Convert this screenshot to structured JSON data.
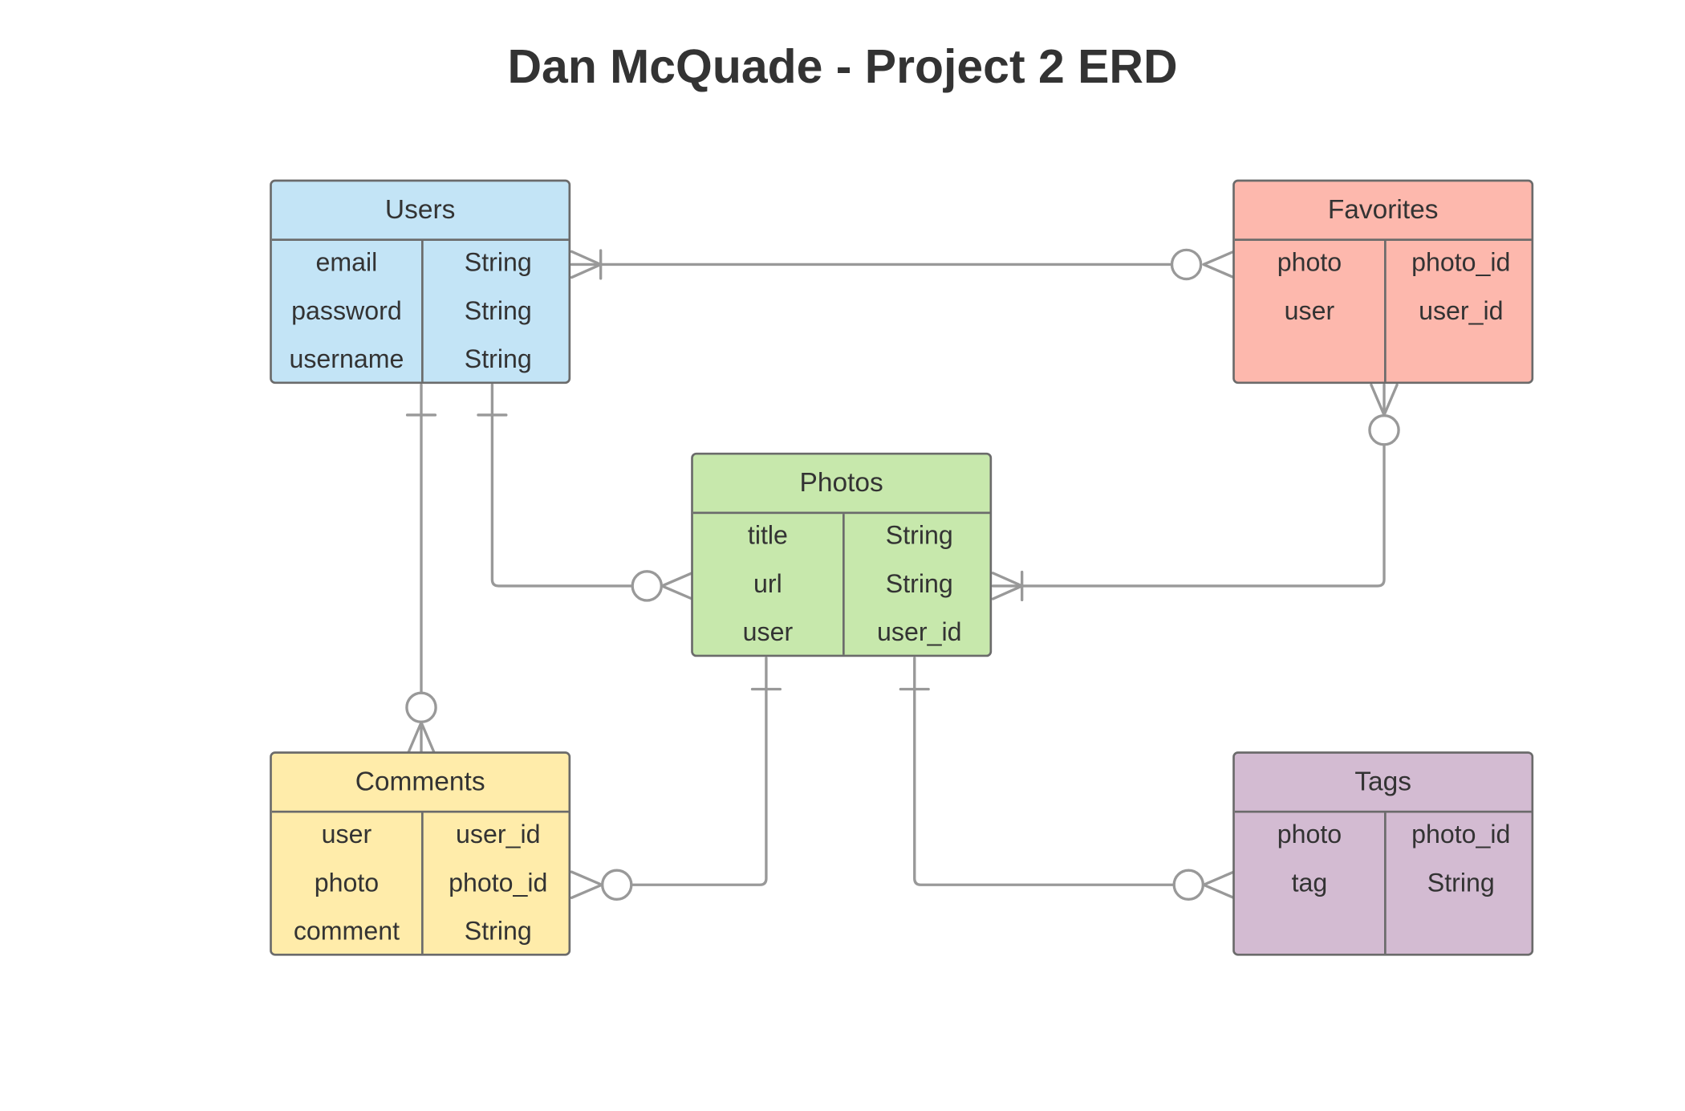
{
  "title": "Dan McQuade - Project 2 ERD",
  "colors": {
    "users": "#c3e4f6",
    "favorites": "#fdb8ad",
    "photos": "#c7e8ac",
    "comments": "#ffecaa",
    "tags": "#d3bbd2",
    "border": "#6b6b6b",
    "connector": "#999999"
  },
  "entities": {
    "users": {
      "name": "Users",
      "rows": [
        {
          "field": "email",
          "type": "String"
        },
        {
          "field": "password",
          "type": "String"
        },
        {
          "field": "username",
          "type": "String"
        }
      ]
    },
    "favorites": {
      "name": "Favorites",
      "rows": [
        {
          "field": "photo",
          "type": "photo_id"
        },
        {
          "field": "user",
          "type": "user_id"
        }
      ]
    },
    "photos": {
      "name": "Photos",
      "rows": [
        {
          "field": "title",
          "type": "String"
        },
        {
          "field": "url",
          "type": "String"
        },
        {
          "field": "user",
          "type": "user_id"
        }
      ]
    },
    "comments": {
      "name": "Comments",
      "rows": [
        {
          "field": "user",
          "type": "user_id"
        },
        {
          "field": "photo",
          "type": "photo_id"
        },
        {
          "field": "comment",
          "type": "String"
        }
      ]
    },
    "tags": {
      "name": "Tags",
      "rows": [
        {
          "field": "photo",
          "type": "photo_id"
        },
        {
          "field": "tag",
          "type": "String"
        }
      ]
    }
  },
  "relationships": [
    {
      "from": "Users",
      "from_cardinality": "one-or-many",
      "to": "Favorites",
      "to_cardinality": "zero-or-many"
    },
    {
      "from": "Users",
      "from_cardinality": "exactly-one",
      "to": "Comments",
      "to_cardinality": "zero-or-many"
    },
    {
      "from": "Users",
      "from_cardinality": "exactly-one",
      "to": "Photos",
      "to_cardinality": "zero-or-many"
    },
    {
      "from": "Photos",
      "from_cardinality": "one-or-many",
      "to": "Favorites",
      "to_cardinality": "zero-or-many"
    },
    {
      "from": "Photos",
      "from_cardinality": "exactly-one",
      "to": "Comments",
      "to_cardinality": "zero-or-many"
    },
    {
      "from": "Photos",
      "from_cardinality": "exactly-one",
      "to": "Tags",
      "to_cardinality": "zero-or-many"
    }
  ]
}
